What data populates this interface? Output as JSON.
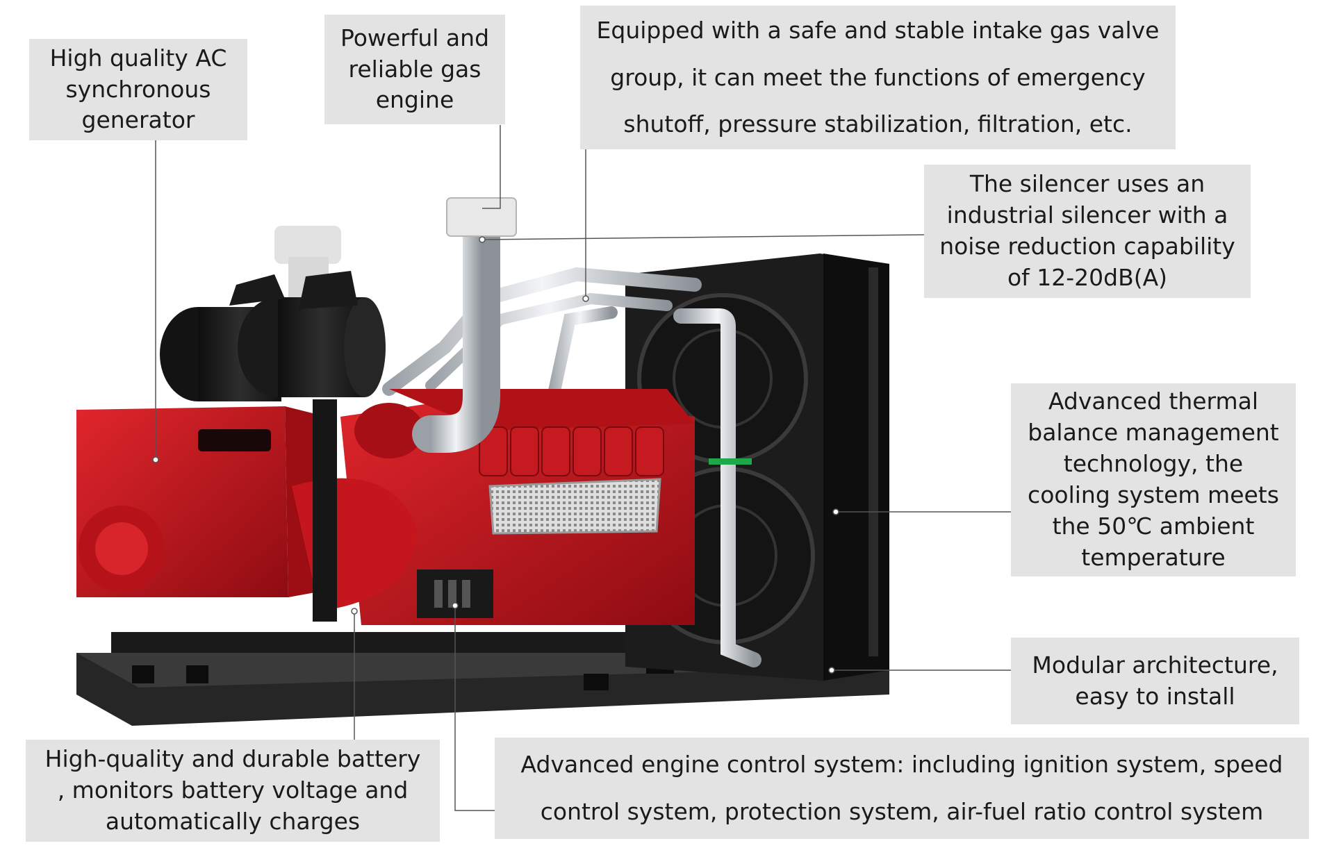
{
  "callouts": {
    "generator": "High quality AC\nsynchronous\ngenerator",
    "engine": "Powerful and\nreliable gas\nengine",
    "valve": "Equipped with a safe and stable intake gas valve\ngroup, it can meet the functions of emergency\nshutoff, pressure stabilization, filtration, etc.",
    "silencer": "The silencer uses an\nindustrial silencer with a\nnoise reduction capability\nof 12-20dB(A)",
    "thermal": "Advanced thermal\nbalance management\ntechnology, the\ncooling system meets\nthe 50℃ ambient\ntemperature",
    "modular": "Modular architecture,\neasy to install",
    "battery": "High-quality and durable battery\n, monitors battery voltage and\nautomatically charges",
    "control": "Advanced engine control system: including ignition system, speed\ncontrol system, protection system, air-fuel ratio control system"
  },
  "colors": {
    "callout_bg": "#e3e3e3",
    "leader_line": "#555555",
    "generator_red": "#c8141c",
    "frame_black": "#1c1c1c",
    "pipe_silver": "#c8ccd0"
  }
}
